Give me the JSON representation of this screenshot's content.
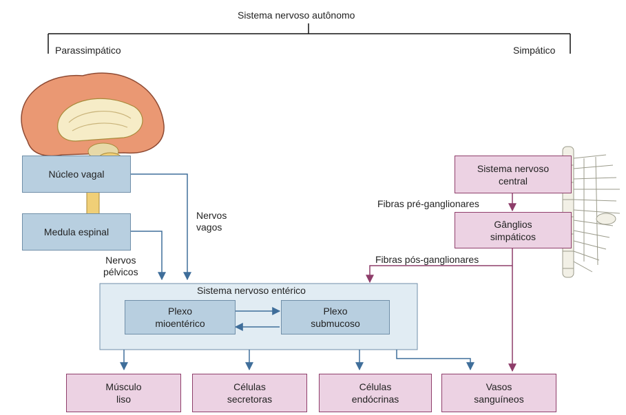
{
  "title": "Sistema nervoso autônomo",
  "branches": {
    "left": "Parassimpático",
    "right": "Simpático"
  },
  "parasympathetic": {
    "vagal_nucleus": "Núcleo vagal",
    "spinal_cord": "Medula espinal",
    "vagus_nerves": "Nervos\nvagos",
    "pelvic_nerves": "Nervos\npélvicos"
  },
  "sympathetic": {
    "cns": "Sistema nervoso\ncentral",
    "ganglia": "Gânglios\nsimpáticos",
    "pre_fibers": "Fibras pré-ganglionares",
    "post_fibers": "Fibras pós-ganglionares"
  },
  "enteric": {
    "title": "Sistema nervoso entérico",
    "myenteric": "Plexo\nmioentérico",
    "submucous": "Plexo\nsubmucoso"
  },
  "targets": [
    {
      "label": "Músculo\nliso"
    },
    {
      "label": "Células\nsecretoras"
    },
    {
      "label": "Células\nendócrinas"
    },
    {
      "label": "Vasos\nsanguíneos"
    }
  ],
  "colors": {
    "blue_box": "#b8cfe0",
    "blue_arrow": "#3f6e9a",
    "pink_box": "#ecd2e3",
    "pink_border": "#8e3d6a",
    "enteric_bg": "#e1ecf3"
  }
}
